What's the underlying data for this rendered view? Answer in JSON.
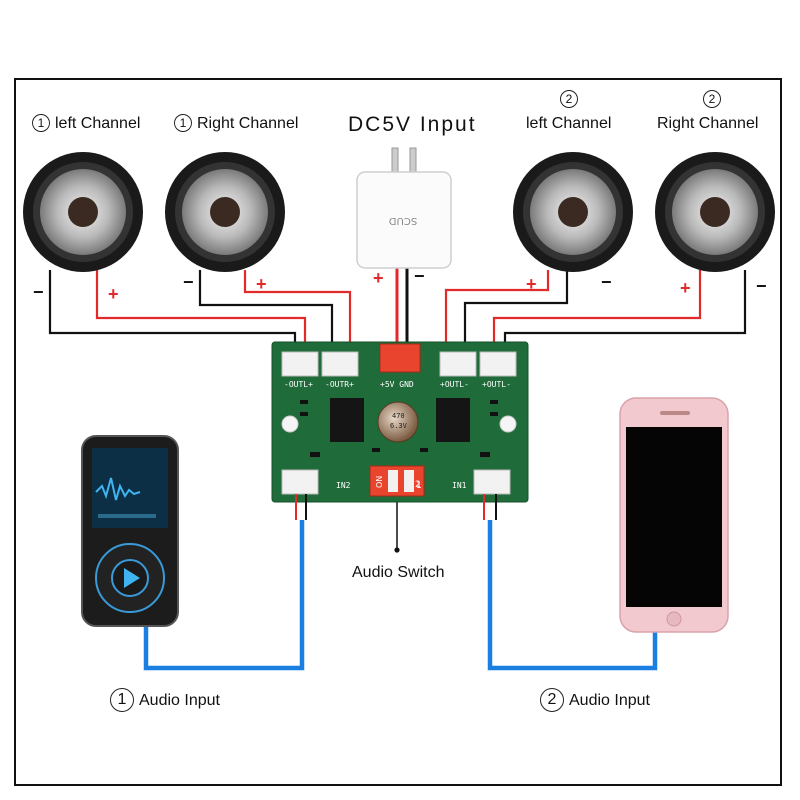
{
  "labels": {
    "spk1_num": "1",
    "spk1_text": "left Channel",
    "spk2_num": "1",
    "spk2_text": "Right Channel",
    "power": "DC5V Input",
    "spk3_num": "2",
    "spk3_text": "left Channel",
    "spk4_num": "2",
    "spk4_text": "Right Channel",
    "switch": "Audio Switch",
    "input1_num": "1",
    "input1_text": "Audio Input",
    "input2_num": "2",
    "input2_text": "Audio Input"
  },
  "polarity": {
    "plus": "+",
    "minus": "−"
  },
  "board": {
    "out1": "-OUTL+",
    "out2": "-OUTR+",
    "pwr": "+5V GND",
    "out3": "+OUTL-",
    "out4": "+OUTL-",
    "in1": "IN2",
    "in2": "IN1",
    "dip_on": "ON",
    "dip_1": "1",
    "dip_2": "2",
    "cap_a": "470",
    "cap_b": "6.3V"
  },
  "charger_brand": "SCUD",
  "colors": {
    "wire_red": "#e22a2a",
    "wire_black": "#111111",
    "wire_blue": "#1a7fe0",
    "pcb_green": "#1f6b3a"
  }
}
